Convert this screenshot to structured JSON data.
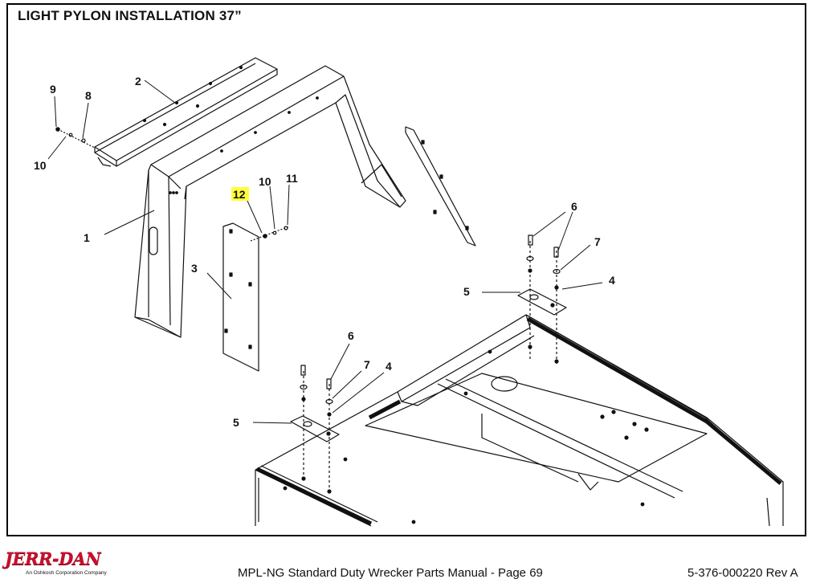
{
  "title": "LIGHT PYLON INSTALLATION 37”",
  "callouts": {
    "c1": "1",
    "c2": "2",
    "c3": "3",
    "c4a": "4",
    "c4b": "4",
    "c5a": "5",
    "c5b": "5",
    "c6a": "6",
    "c6b": "6",
    "c7a": "7",
    "c7b": "7",
    "c8": "8",
    "c9": "9",
    "c10a": "10",
    "c10b": "10",
    "c11": "11",
    "c12": "12"
  },
  "highlight_color": "#ffff3a",
  "footer": {
    "brand": "JERR-DAN",
    "brand_sub": "An Oshkosh Corporation Company",
    "center": "MPL-NG Standard Duty Wrecker Parts Manual  -  Page 69",
    "right": "5-376-000220  Rev A"
  },
  "brand_color": "#c8102e"
}
